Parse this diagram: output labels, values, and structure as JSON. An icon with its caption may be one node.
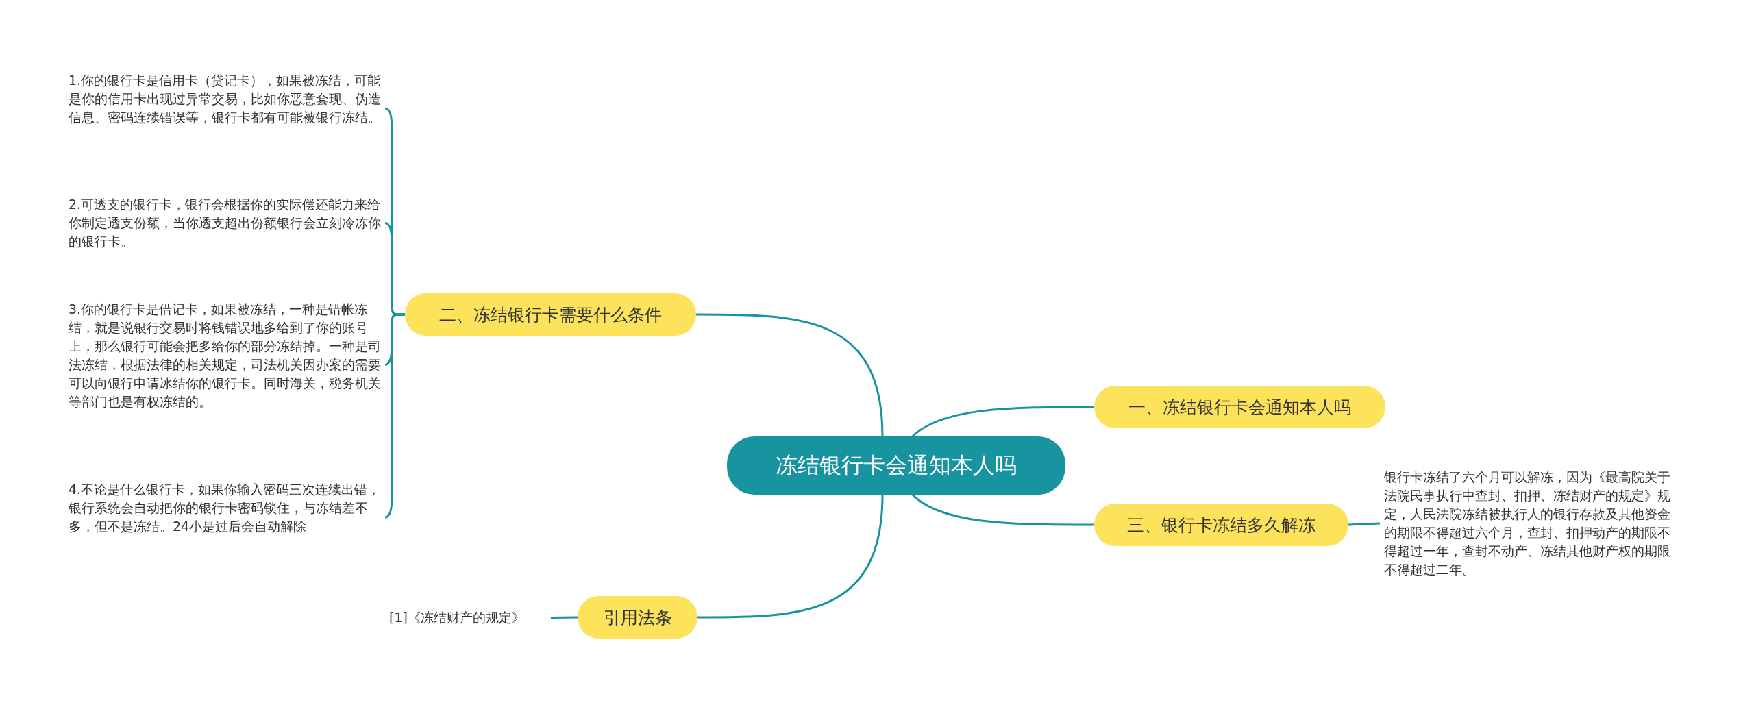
{
  "diagram": {
    "nodes": [
      {
        "text": [
          "冻结银行卡会通知本人吗"
        ]
      },
      {
        "text": [
          "二、冻结银行卡需要什么条件"
        ]
      },
      {
        "text": [
          "1.你的银行卡是信用卡（贷记卡），如果被冻结，可能是你的信用卡出现过异常交易，比如你恶意套现、伪造信息、密码连续错误等，银行卡都有可能被银行冻结。"
        ]
      },
      {
        "text": [
          "2.可透支的银行卡，银行会根据你的实际偿还能力来给你制定透支份额，当你透支超出份额银行会立刻冷冻你的银行卡。"
        ]
      },
      {
        "text": [
          "3.你的银行卡是借记卡，如果被冻结，一种是错帐冻结，就是说银行交易时将钱错误地多给到了你的账号上，那么银行可能会把多给你的部分冻结掉。一种是司法冻结，根据法律的相关规定，司法机关因办案的需要可以向银行申请冰结你的银行卡。同时海关，税务机关等部门也是有权冻结的。"
        ]
      },
      {
        "text": [
          "4.不论是什么银行卡，如果你输入密码三次连续出错，银行系统会自动把你的银行卡密码锁住，与冻结差不多，但不是冻结。24小是过后会自动解除。"
        ]
      },
      {
        "text": [
          "一、冻结银行卡会通知本人吗"
        ]
      },
      {
        "text": [
          "三、银行卡冻结多久解冻"
        ]
      },
      {
        "text": [
          "银行卡冻结了六个月可以解冻，因为《最高院关于法院民事执行中查封、扣押、冻结财产的规定》规定，人民法院冻结被执行人的银行存款及其他资金的期限不得超过六个月，查封、扣押动产的期限不得超过一年，查封不动产、冻结其他财产权的期限不得超过二年。"
        ]
      },
      {
        "text": [
          "引用法条"
        ]
      },
      {
        "text": [
          "[1]《冻结财产的规定》"
        ]
      }
    ],
    "edges": [
      {
        "from": 0,
        "to": 1,
        "arrow": "none"
      },
      {
        "from": 1,
        "to": 2,
        "arrow": "none"
      },
      {
        "from": 1,
        "to": 3,
        "arrow": "none"
      },
      {
        "from": 1,
        "to": 4,
        "arrow": "none"
      },
      {
        "from": 1,
        "to": 5,
        "arrow": "none"
      },
      {
        "from": 0,
        "to": 6,
        "arrow": "none"
      },
      {
        "from": 0,
        "to": 7,
        "arrow": "none"
      },
      {
        "from": 7,
        "to": 8,
        "arrow": "none"
      },
      {
        "from": 0,
        "to": 9,
        "arrow": "none"
      },
      {
        "from": 9,
        "to": 10,
        "arrow": "none"
      }
    ]
  }
}
